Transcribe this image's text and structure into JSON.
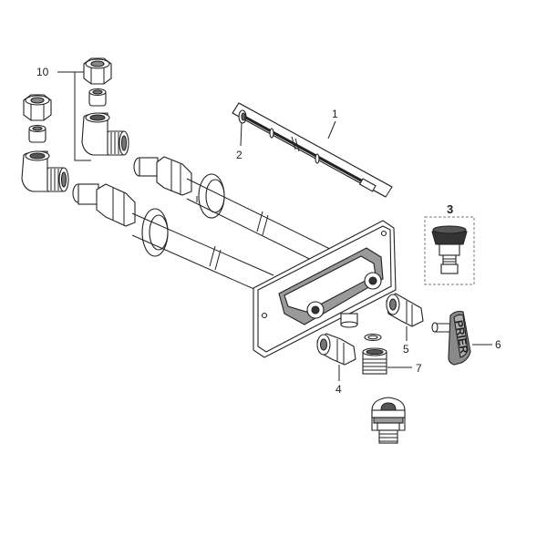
{
  "callouts": {
    "c1": "1",
    "c2": "2",
    "c3": "3",
    "c4": "4",
    "c5": "5",
    "c6": "6",
    "c7": "7",
    "c10": "10"
  },
  "handle_text": "PRIER",
  "colors": {
    "line": "#222222",
    "part_fill": "#ffffff",
    "shade": "#9a9a9a",
    "dark": "#333333",
    "dash_box": "#777777"
  }
}
